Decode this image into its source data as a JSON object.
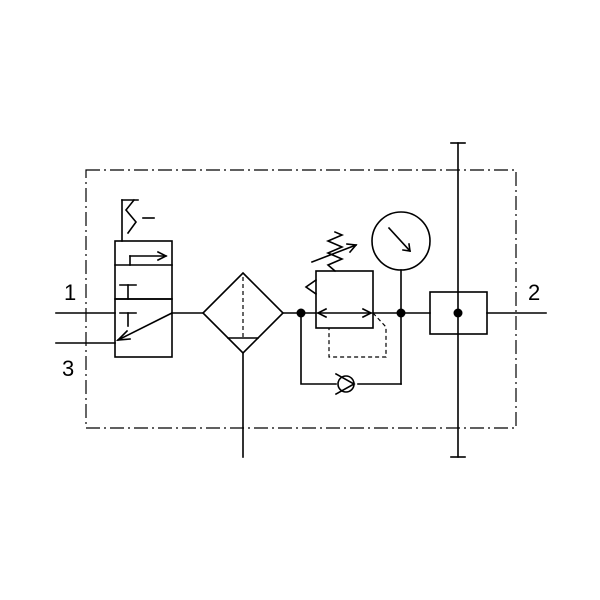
{
  "ports": {
    "inlet": "1",
    "outlet": "2",
    "exhaust": "3"
  },
  "colors": {
    "line": "#000000",
    "background": "#ffffff"
  }
}
